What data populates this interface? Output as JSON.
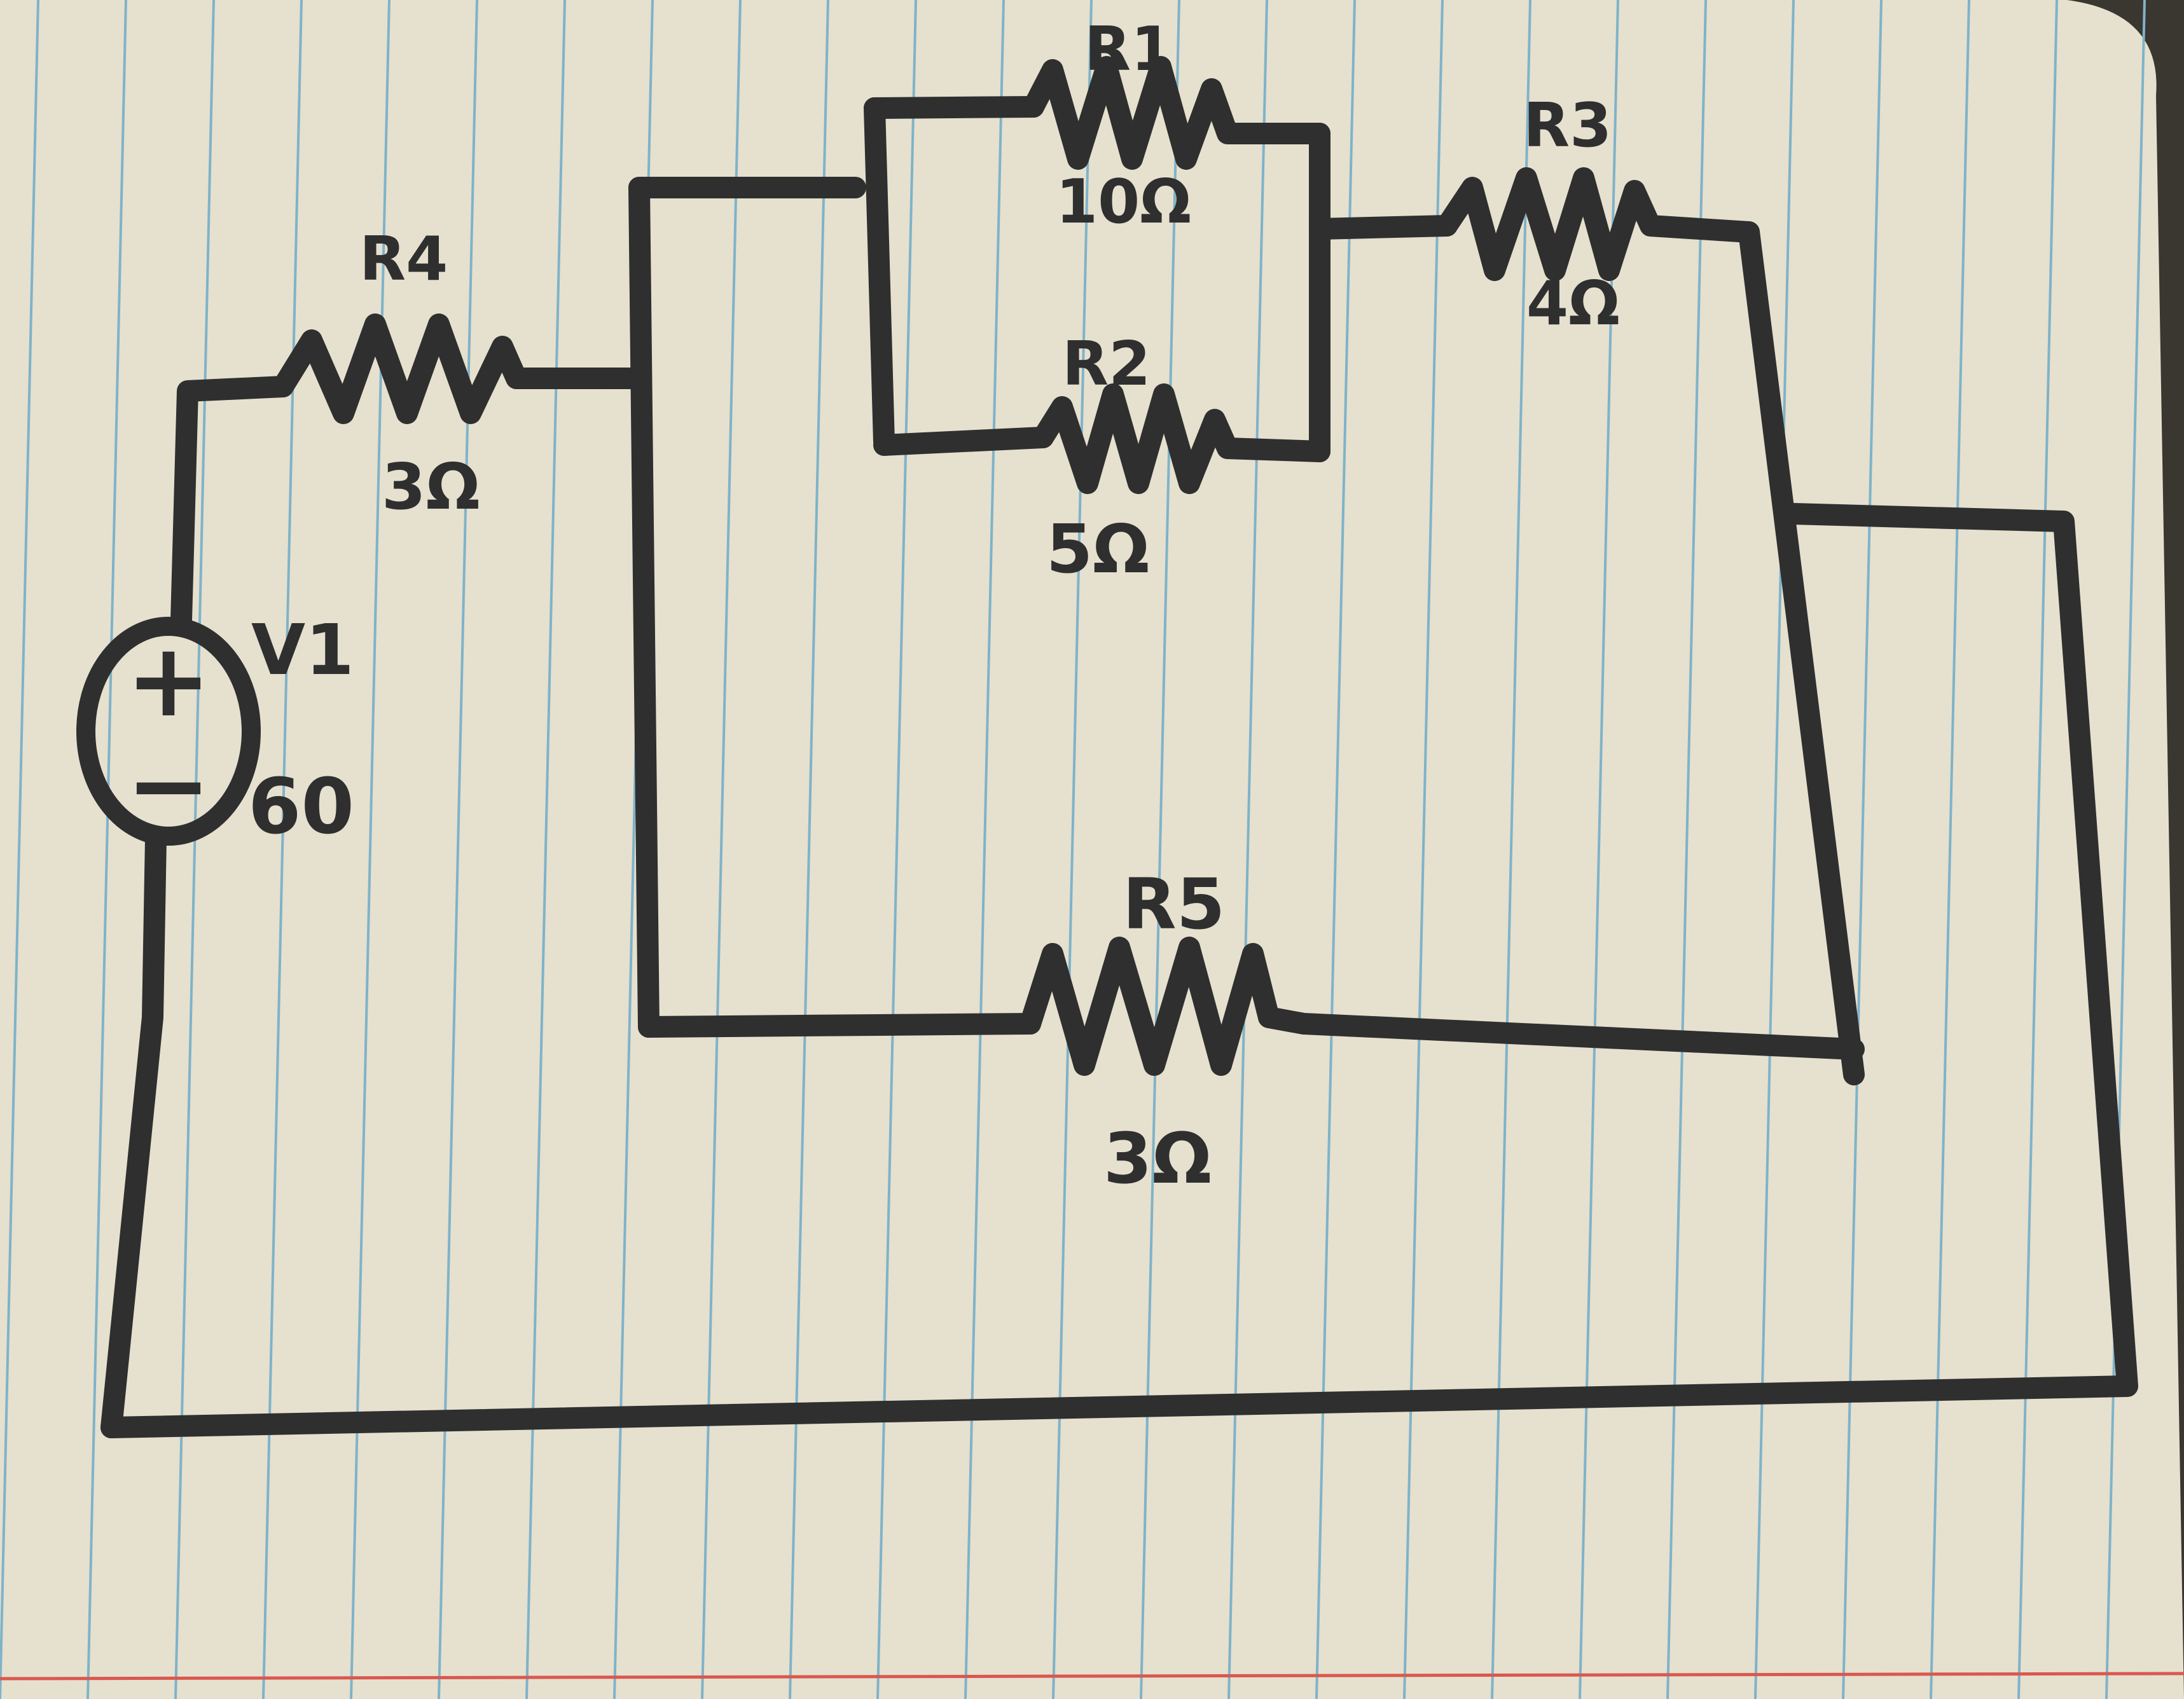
{
  "paper": {
    "background": "#e6e0cf",
    "rule_color": "#7fb3c8",
    "margin_color": "#d9584f",
    "ink_color": "#2f2f2f"
  },
  "source": {
    "name": "V1",
    "value": "60",
    "plus": "+",
    "minus": "−"
  },
  "resistors": {
    "r1": {
      "name": "R1",
      "value": "10Ω"
    },
    "r2": {
      "name": "R2",
      "value": "5Ω"
    },
    "r3": {
      "name": "R3",
      "value": "4Ω"
    },
    "r4": {
      "name": "R4",
      "value": "3Ω"
    },
    "r5": {
      "name": "R5",
      "value": "3Ω"
    }
  }
}
